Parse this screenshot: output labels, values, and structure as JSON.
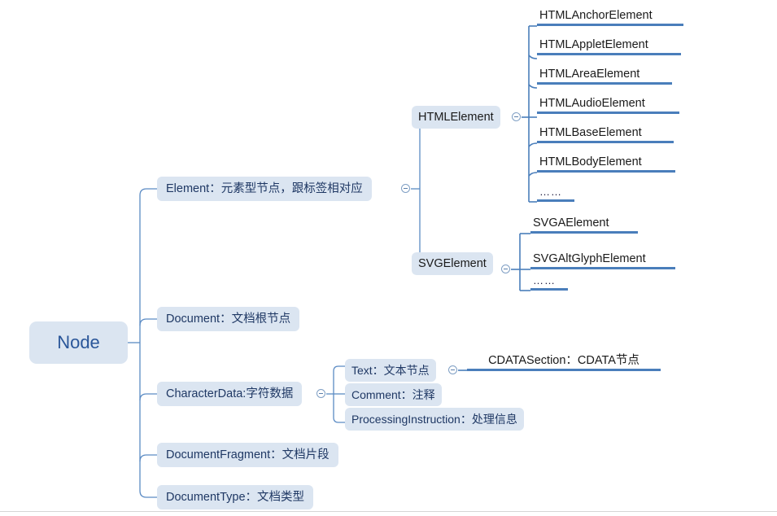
{
  "diagram": {
    "title": "DOM Node type hierarchy",
    "colors": {
      "box_fill": "#dbe5f1",
      "box_text": "#1f3864",
      "root_text": "#2a5699",
      "connector": "#4a7ebb",
      "rule": "#4a7ebb"
    },
    "root": {
      "label": "Node"
    },
    "level1": [
      {
        "label": "Element：元素型节点，跟标签相对应"
      },
      {
        "label": "Document：文档根节点"
      },
      {
        "label": "CharacterData:字符数据"
      },
      {
        "label": "DocumentFragment：文档片段"
      },
      {
        "label": "DocumentType：文档类型"
      }
    ],
    "element_children": [
      {
        "label": "HTMLElement"
      },
      {
        "label": "SVGElement"
      }
    ],
    "html_element_children": [
      {
        "label": "HTMLAnchorElement"
      },
      {
        "label": "HTMLAppletElement"
      },
      {
        "label": "HTMLAreaElement"
      },
      {
        "label": "HTMLAudioElement"
      },
      {
        "label": "HTMLBaseElement"
      },
      {
        "label": "HTMLBodyElement"
      },
      {
        "label": "……"
      }
    ],
    "svg_element_children": [
      {
        "label": "SVGAElement"
      },
      {
        "label": "SVGAltGlyphElement"
      },
      {
        "label": "……"
      }
    ],
    "character_data_children": [
      {
        "label": "Text：文本节点"
      },
      {
        "label": "Comment：注释"
      },
      {
        "label": "ProcessingInstruction：处理信息"
      }
    ],
    "text_children": [
      {
        "label": "CDATASection：CDATA节点"
      }
    ],
    "toggles": [
      {
        "name": "element-collapse"
      },
      {
        "name": "html-element-collapse"
      },
      {
        "name": "svg-element-collapse"
      },
      {
        "name": "character-data-collapse"
      },
      {
        "name": "text-collapse"
      }
    ]
  }
}
